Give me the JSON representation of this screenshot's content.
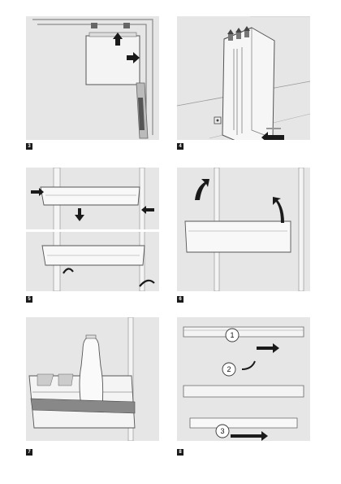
{
  "figures": [
    {
      "label": "3"
    },
    {
      "label": "4"
    },
    {
      "label": "5"
    },
    {
      "label": "6"
    },
    {
      "label": "7"
    },
    {
      "label": "8"
    }
  ],
  "callouts": [
    "1",
    "2",
    "3"
  ],
  "colors": {
    "panel_bg": "#e6e6e6",
    "line": "#7a7a7a",
    "arrow": "#1a1a1a",
    "tag_bg": "#1a1a1a"
  }
}
